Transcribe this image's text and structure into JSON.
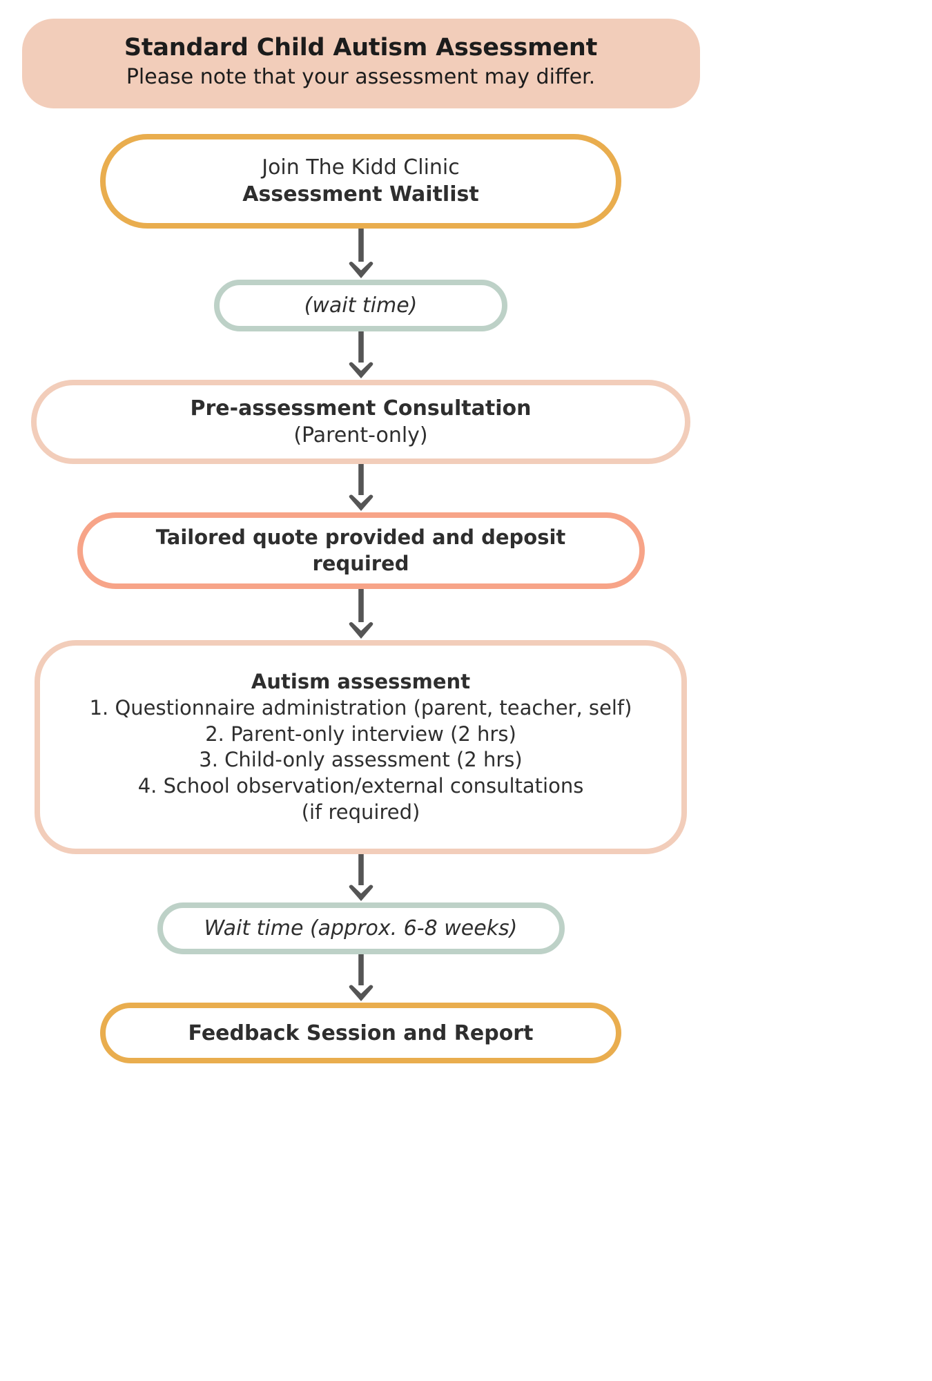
{
  "page": {
    "background_color": "#ffffff",
    "text_color": "#2e2e2e"
  },
  "banner": {
    "title": "Standard Child Autism Assessment",
    "subtitle": "Please note that your assessment may differ.",
    "fill_color": "#f2cdba"
  },
  "colors": {
    "amber": "#e9ad4e",
    "sage": "#bdd1c7",
    "peach": "#f2cdba",
    "salmon": "#f7a488",
    "arrow": "#555555"
  },
  "flow": {
    "waitlist": {
      "line1": "Join The Kidd Clinic",
      "line2": "Assessment Waitlist",
      "border_color": "#e9ad4e"
    },
    "wait_time_1": {
      "label": "(wait time)",
      "border_color": "#bdd1c7"
    },
    "pre_assessment": {
      "line1": "Pre-assessment Consultation",
      "line2": "(Parent-only)",
      "border_color": "#f2cdba"
    },
    "quote": {
      "label": "Tailored quote provided and deposit required",
      "border_color": "#f7a488"
    },
    "assessment": {
      "heading": "Autism assessment",
      "border_color": "#f2cdba",
      "items": [
        "1. Questionnaire administration (parent, teacher, self)",
        "2. Parent-only interview (2 hrs)",
        "3. Child-only assessment (2 hrs)",
        "4. School observation/external consultations",
        "(if required)"
      ]
    },
    "wait_time_2": {
      "label": "Wait time (approx. 6-8 weeks)",
      "border_color": "#bdd1c7"
    },
    "feedback": {
      "label": "Feedback Session and Report",
      "border_color": "#e9ad4e"
    }
  },
  "connectors": {
    "icon": "down-arrow-icon",
    "count": 6
  }
}
